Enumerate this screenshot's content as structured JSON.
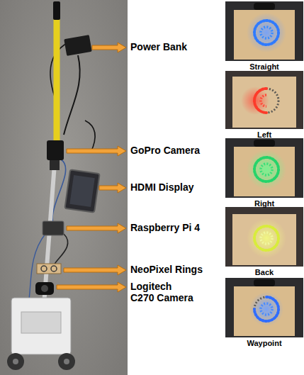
{
  "diagram": {
    "labels": [
      "Power Bank",
      "GoPro Camera",
      "HDMI Display",
      "Raspberry Pi 4",
      "NeoPixel Rings",
      "Logitech C270 Camera",
      "Straight",
      "Left",
      "Right",
      "Back",
      "Waypoint"
    ]
  }
}
